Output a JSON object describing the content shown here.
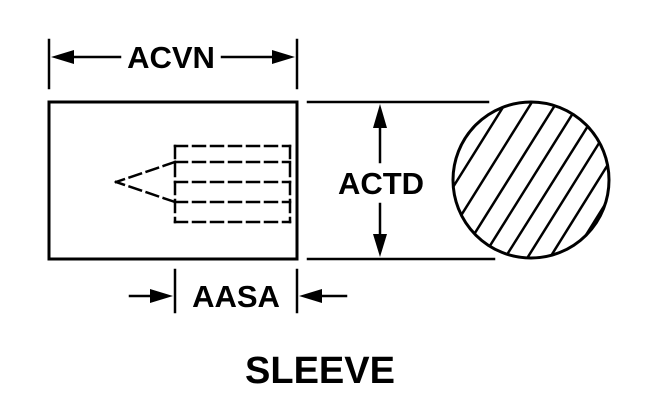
{
  "diagram": {
    "title": "SLEEVE",
    "dimensions": {
      "overall_length": "ACVN",
      "diameter": "ACTD",
      "bore_depth": "AASA"
    }
  }
}
